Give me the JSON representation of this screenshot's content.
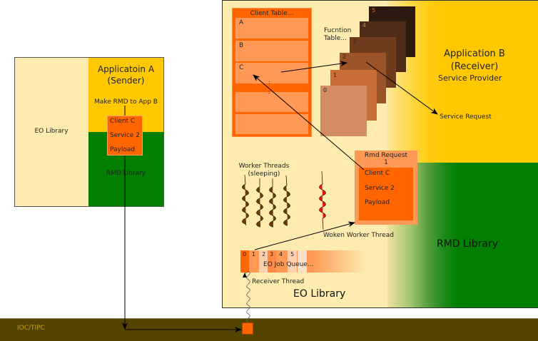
{
  "sender": {
    "title_line1": "Applicatoin A",
    "title_line2": "(Sender)",
    "action": "Make RMD to App B",
    "eo_library": "EO Library",
    "rmd_library": "RMD Library",
    "message": [
      "Client C",
      "Service 2",
      "Payload"
    ]
  },
  "receiver": {
    "title_line1": "Application B",
    "title_line2": "(Receiver)",
    "subtitle": "Service Provider",
    "service_request": "Service Request",
    "rmd_library": "RMD Library",
    "eo_library": "EO Library",
    "client_table": {
      "title": "Client Table...",
      "rows": [
        "A",
        "B",
        "C",
        "",
        ""
      ],
      "ellipsis": ":"
    },
    "function_table": {
      "title_line1": "Fucntion",
      "title_line2": "Table...",
      "indices": [
        "0",
        "1",
        "2",
        "3",
        "4",
        "5"
      ]
    },
    "worker_threads": {
      "label_line1": "Worker Threads",
      "label_line2": "(sleeping)",
      "woken_label": "Woken Worker Thread"
    },
    "rmd_request": {
      "title_line1": "Rmd Request",
      "title_line2": "1",
      "fields": [
        "Client C",
        "Service 2",
        "Payload"
      ]
    },
    "job_queue": {
      "label": "EO Job Queue...",
      "slots": [
        "0",
        "1",
        "2",
        "3",
        "4",
        "5"
      ]
    },
    "receiver_thread": "Receiver Thread"
  },
  "transport": {
    "label": "IOC/TIPC"
  },
  "colors": {
    "eo_bg": "#fdebb0",
    "app_yellow": "#ffc800",
    "rmd_green": "#007f00",
    "orange": "#ff6600",
    "light_orange": "#ff9955",
    "transport_bg": "#554400",
    "transport_text": "#c8a000"
  }
}
